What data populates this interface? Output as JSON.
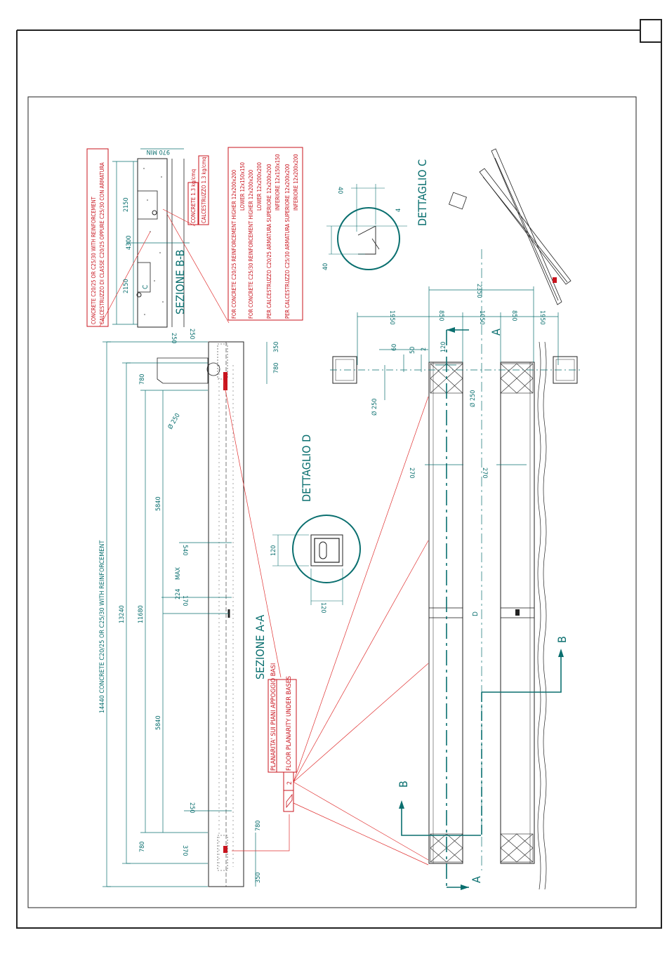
{
  "drawing": {
    "sections": {
      "aa_title": "SEZIONE A-A",
      "bb_title": "SEZIONE B-B",
      "detail_c": "DETTAGLIO C",
      "detail_d": "DETTAGLIO D"
    },
    "section_markers": {
      "a": "A",
      "b": "B",
      "d": "D",
      "c": "C"
    },
    "section_aa": {
      "overall_label": "14440  CONCRETE C20/25 OR C25/30  WITH REINFORCEMENT",
      "dims": {
        "d13240": "13240",
        "d11680": "11680",
        "d5840a": "5840",
        "d5840b": "5840",
        "d780a": "780",
        "d780b": "780",
        "d780c": "780",
        "d780d": "780",
        "d350a": "350",
        "d350b": "350",
        "d250a": "250",
        "d250b": "250",
        "d540": "540",
        "d224": "224",
        "dmax": "MAX",
        "d170": "170",
        "d370": "370",
        "phi250": "Ø 250"
      }
    },
    "section_bb": {
      "dims": {
        "d4300": "4300",
        "d2150a": "2150",
        "d2150b": "2150",
        "d970": "970 MIN",
        "d250": "250"
      },
      "note_box": {
        "line1": "CONCRETE C20/25 OR C25/30 WITH REINFORCEMENT",
        "line2": "CALCESTRUZZO DI CLASSE C20/25 OPPURE C25/30 CON ARMATURA"
      },
      "weight_box": {
        "line1": "CONCRETE 1.3 kg/cmq",
        "line2": "CALCESTRUZZO 1.3 kg/cmq"
      }
    },
    "reinforcement_table": [
      "FOR CONCRETE C20/25 REINFORCEMENT  HIGHER 12x200x200",
      "LOWER 12x150x150",
      "FOR CONCRETE C25/30 REINFORCEMENT  HIGHER 12x200x200",
      "LOWER 12x200x200",
      "PER CALCESTRUZZO  C20/25 ARMATURA  SUPERIORE 12x200x200",
      "INFERIORE 12x150x150",
      "PER CALCESTRUZZO  C25/30 ARMATURA  SUPERIORE 12x200x200",
      "INFERIORE 12x200x200"
    ],
    "planarity": {
      "number": "2",
      "line1": "PLANARITA' SUI PIANI APPOGGIO BASI",
      "line2": "FLOOR PLANARITY UNDER BASES"
    },
    "plan_view": {
      "dims": {
        "d2350": "2350",
        "d1950a": "1950",
        "d1950b": "1950",
        "d850a": "850",
        "d850b": "850",
        "d1050": "1050",
        "d60": "60",
        "d50": "50",
        "d120": "120",
        "d2": "2",
        "phi250a": "Ø 250",
        "phi250b": "Ø 250",
        "d270a": "270",
        "d270b": "270"
      }
    },
    "detail_c_dims": {
      "d40a": "40",
      "d40b": "40",
      "d4": "4"
    },
    "detail_d_dims": {
      "d120a": "120",
      "d120b": "120"
    }
  }
}
